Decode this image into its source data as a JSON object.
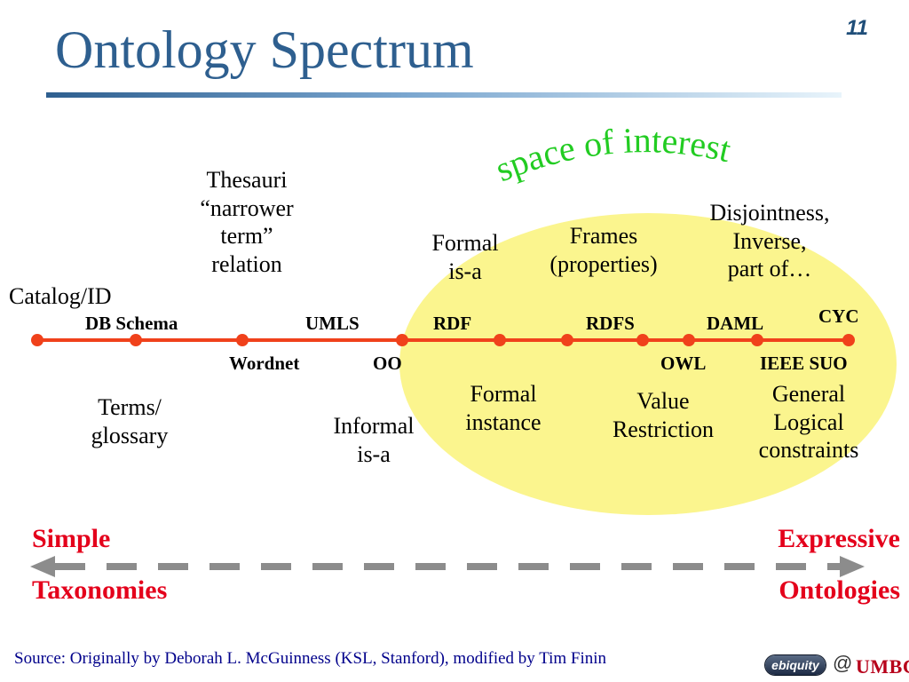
{
  "slide": {
    "title": "Ontology Spectrum",
    "number": "11"
  },
  "interest": {
    "label": "space of interest",
    "color": "#fbf58e"
  },
  "axis": {
    "color": "#f0411b",
    "above_labels": [
      "DB Schema",
      "UMLS",
      "RDF",
      "RDFS",
      "DAML",
      "CYC"
    ],
    "below_labels": [
      "Wordnet",
      "OO",
      "OWL",
      "IEEE SUO"
    ]
  },
  "concepts": {
    "catalog": "Catalog/ID",
    "thesauri": [
      "Thesauri",
      "“narrower",
      "term”",
      "relation"
    ],
    "formal_isa": [
      "Formal",
      "is-a"
    ],
    "frames": [
      "Frames",
      "(properties)"
    ],
    "disjointness": [
      "Disjointness,",
      "Inverse,",
      "part of…"
    ],
    "terms": [
      "Terms/",
      "glossary"
    ],
    "informal_isa": [
      "Informal",
      "is-a"
    ],
    "formal_instance": [
      "Formal",
      "instance"
    ],
    "value_restriction": [
      "Value",
      "Restriction"
    ],
    "general_logical": [
      "General",
      "Logical",
      "constraints"
    ]
  },
  "spectrum": {
    "left": [
      "Simple",
      "Taxonomies"
    ],
    "right": [
      "Expressive",
      "Ontologies"
    ],
    "accent": "#e4001b",
    "arrow_color": "#8c8c8c"
  },
  "footer": {
    "source": "Source: Originally by  Deborah L. McGuinness (KSL, Stanford), modified by Tim Finin",
    "logo_ebiquity": "ebiquity",
    "at": "@",
    "logo_umbc": "UMBC"
  }
}
